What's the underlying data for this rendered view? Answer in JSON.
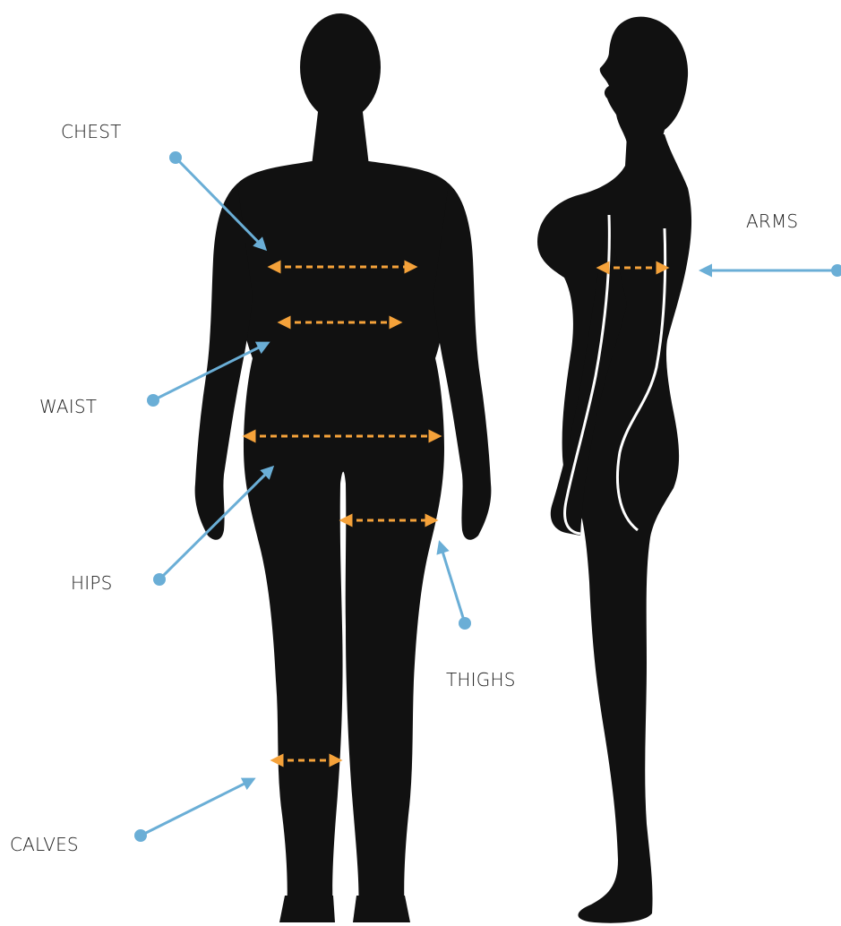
{
  "labels": {
    "chest": "CHEST",
    "arms": "ARMS",
    "waist": "WAIST",
    "hips": "HIPS",
    "thighs": "THIGHS",
    "calves": "CALVES"
  },
  "colors": {
    "background": "#ffffff",
    "silhouette": "#111111",
    "inner_outline": "#ffffff",
    "pointer": "#6aaed6",
    "measurement_arrow": "#f5a23a",
    "label_text": "#1b1b1b"
  },
  "icons": {
    "figures": [
      "front-body-silhouette-icon",
      "side-body-silhouette-icon"
    ],
    "pointer": "pointer-dot-arrow-icon",
    "measurement": "double-headed-dashed-arrow-icon"
  }
}
